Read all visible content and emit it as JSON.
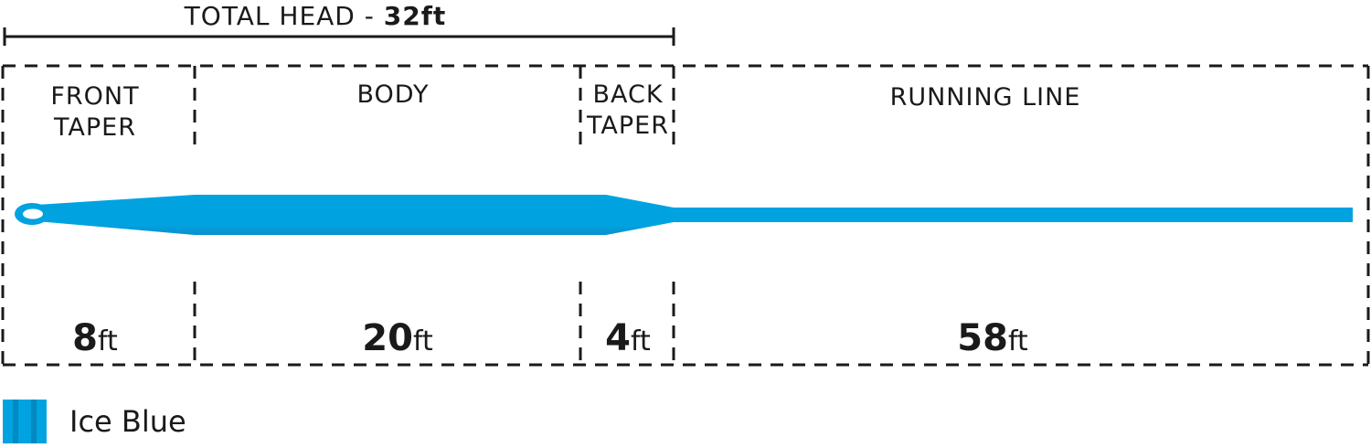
{
  "total_head": {
    "label": "TOTAL HEAD - ",
    "value": "32",
    "unit": "ft"
  },
  "segments": [
    {
      "name": "front-taper",
      "label_lines": [
        "FRONT",
        "TAPER"
      ],
      "length": "8",
      "unit": "ft"
    },
    {
      "name": "body",
      "label_lines": [
        "BODY"
      ],
      "length": "20",
      "unit": "ft"
    },
    {
      "name": "back-taper",
      "label_lines": [
        "BACK",
        "TAPER"
      ],
      "length": "4",
      "unit": "ft"
    },
    {
      "name": "running-line",
      "label_lines": [
        "RUNNING LINE"
      ],
      "length": "58",
      "unit": "ft"
    }
  ],
  "legend": {
    "label": "Ice Blue",
    "color": "#00a3e0",
    "shade": "#0089c2"
  },
  "colors": {
    "line": "#00a3e0",
    "line_shade": "#0a8fca",
    "dash": "#1a1a1a"
  }
}
